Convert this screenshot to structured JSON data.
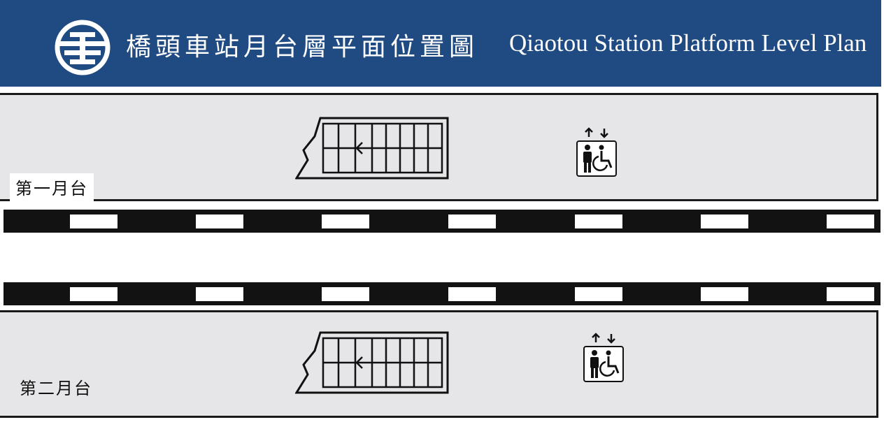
{
  "header": {
    "title_zh": "橋頭車站月台層平面位置圖",
    "title_en": "Qiaotou Station Platform Level Plan",
    "logo_icon": "taiwan-railway-logo-icon",
    "background_color": "#1f4a82",
    "text_color": "#ffffff"
  },
  "platforms": [
    {
      "label": "第一月台",
      "features": [
        "stairs-icon",
        "elevator-accessible-icon"
      ]
    },
    {
      "label": "第二月台",
      "features": [
        "stairs-icon",
        "elevator-accessible-icon"
      ]
    }
  ],
  "tracks": {
    "count": 2,
    "color": "#121212"
  },
  "colors": {
    "platform_fill": "#e6e6e8",
    "outline": "#1a1a1a"
  }
}
